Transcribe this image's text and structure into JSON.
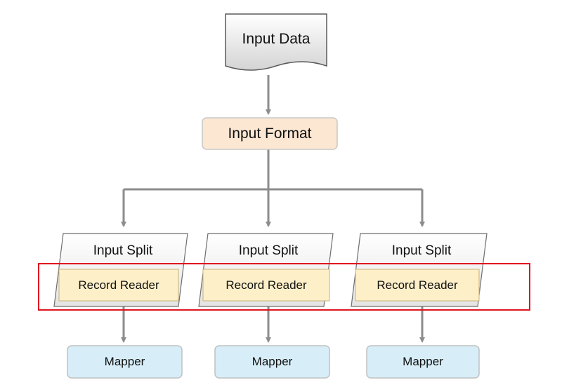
{
  "diagram": {
    "input_data": {
      "label": "Input Data"
    },
    "input_format": {
      "label": "Input Format"
    },
    "columns": [
      {
        "split": "Input Split",
        "reader": "Record Reader",
        "mapper": "Mapper"
      },
      {
        "split": "Input Split",
        "reader": "Record Reader",
        "mapper": "Mapper"
      },
      {
        "split": "Input Split",
        "reader": "Record Reader",
        "mapper": "Mapper"
      }
    ],
    "highlight": {
      "color": "#e0141e"
    }
  },
  "colors": {
    "connector": "#8c8c8c",
    "input_format_fill": "#fce7d2",
    "record_reader_fill": "#fdefc8",
    "mapper_fill": "#d7eef9",
    "split_fill": "#f2f2f2",
    "document_fill": "#e6e6e6"
  }
}
